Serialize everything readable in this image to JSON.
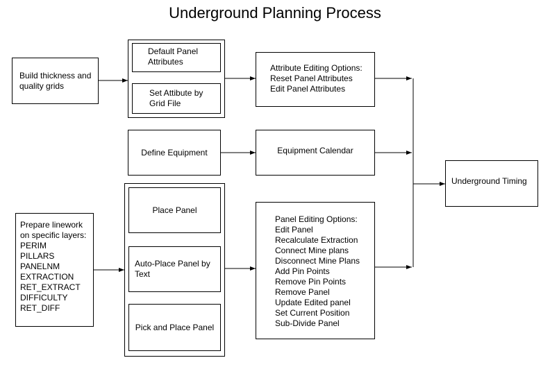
{
  "title": "Underground Planning Process",
  "nodes": {
    "build_grids": "Build thickness and quality grids",
    "default_panel_attributes": "Default Panel Attributes",
    "set_attribute_by_grid_file": "Set Attibute by Grid File",
    "attribute_editing": {
      "heading": "Attribute Editing Options:",
      "items": [
        "Reset Panel Attributes",
        "Edit Panel Attributes"
      ]
    },
    "define_equipment": "Define Equipment",
    "equipment_calendar": "Equipment Calendar",
    "underground_timing": "Underground Timing",
    "prepare_linework": {
      "heading": "Prepare linework on specific layers:",
      "layers": [
        "PERIM",
        "PILLARS",
        "PANELNM",
        "EXTRACTION",
        "RET_EXTRACT",
        "DIFFICULTY",
        "RET_DIFF"
      ]
    },
    "place_panel": "Place Panel",
    "auto_place_panel": "Auto-Place Panel by Text",
    "pick_and_place_panel": "Pick and Place Panel",
    "panel_editing": {
      "heading": "Panel Editing Options:",
      "items": [
        "Edit Panel",
        "Recalculate Extraction",
        "Connect Mine plans",
        "Disconnect Mine Plans",
        "Add Pin Points",
        "Remove Pin Points",
        "Remove Panel",
        "Update Edited panel",
        "Set Current Position",
        "Sub-Divide Panel"
      ]
    }
  }
}
